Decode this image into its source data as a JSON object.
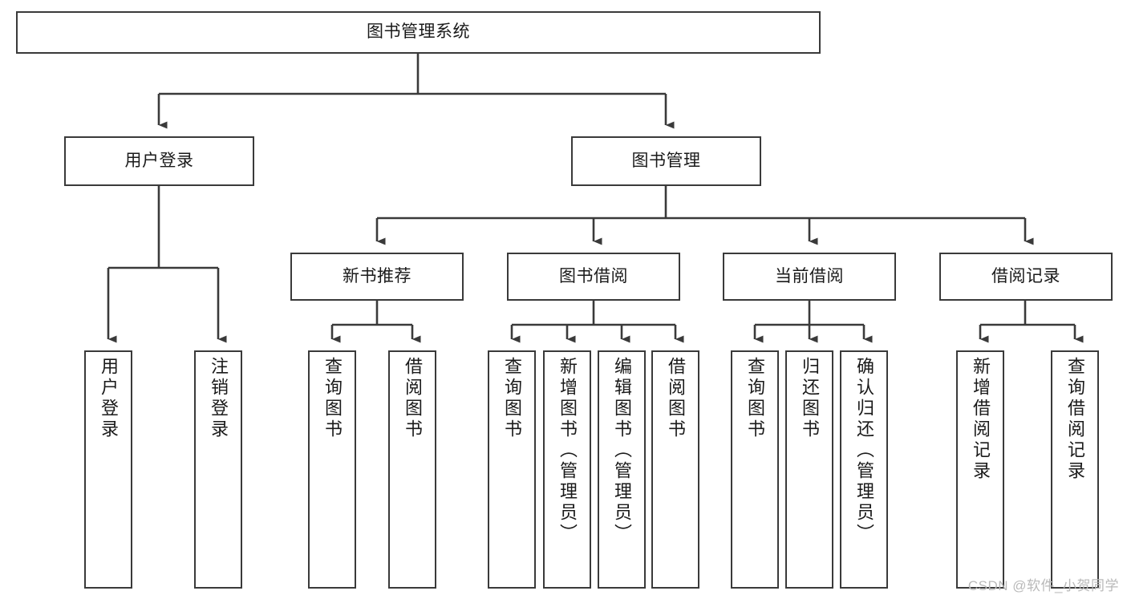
{
  "diagram": {
    "title": "图书管理系统",
    "type": "tree-hierarchy",
    "watermark": "CSDN @软件_小贺同学",
    "colors": {
      "box_border": "#3a3a3a",
      "box_fill": "#ffffff",
      "connector": "#3a3a3a",
      "text": "#1a1a1a",
      "watermark": "#b9b9b9",
      "background": "#ffffff"
    },
    "levels": {
      "root": {
        "label": "图书管理系统"
      },
      "level2": [
        {
          "label": "用户登录"
        },
        {
          "label": "图书管理"
        }
      ],
      "level3": [
        {
          "label": "新书推荐"
        },
        {
          "label": "图书借阅"
        },
        {
          "label": "当前借阅"
        },
        {
          "label": "借阅记录"
        }
      ],
      "leaves": {
        "user_login": [
          {
            "label": "用户登录"
          },
          {
            "label": "注销登录"
          }
        ],
        "new_book_recommend": [
          {
            "label": "查询图书"
          },
          {
            "label": "借阅图书"
          }
        ],
        "book_borrow": [
          {
            "label": "查询图书"
          },
          {
            "label": "新增图书（管理员）"
          },
          {
            "label": "编辑图书（管理员）"
          },
          {
            "label": "借阅图书"
          }
        ],
        "current_borrow": [
          {
            "label": "查询图书"
          },
          {
            "label": "归还图书"
          },
          {
            "label": "确认归还（管理员）"
          }
        ],
        "borrow_record": [
          {
            "label": "新增借阅记录"
          },
          {
            "label": "查询借阅记录"
          }
        ]
      }
    }
  }
}
